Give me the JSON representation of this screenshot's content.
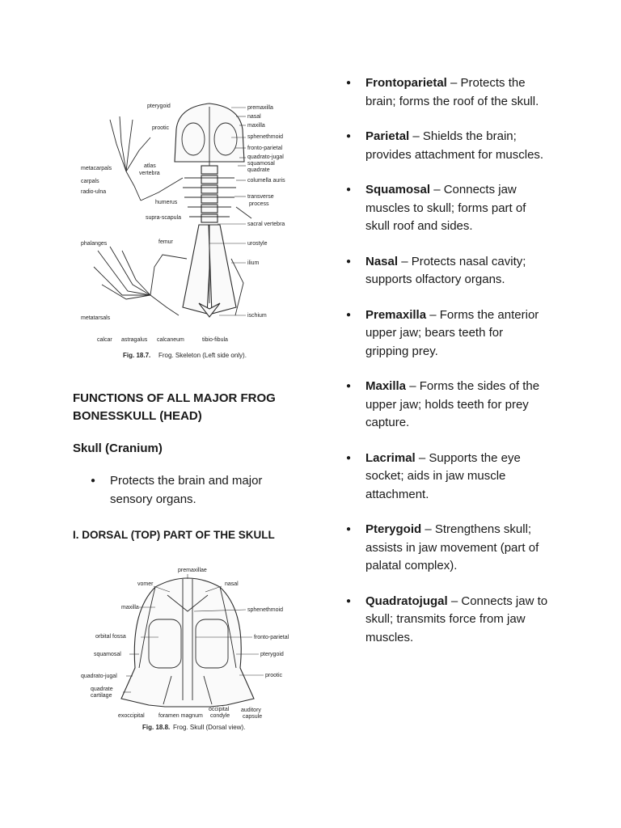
{
  "figure1": {
    "caption_num": "Fig. 18.7.",
    "caption_text": "Frog. Skeleton (Left side only).",
    "labels": {
      "pterygoid": "pterygoid",
      "prootic": "prootic",
      "premaxilla": "premaxilla",
      "nasal": "nasal",
      "maxilla": "maxilla",
      "sphenethmoid": "sphenethmoid",
      "fronto_parietal": "fronto-parietal",
      "quadrato_jugal": "quadrato-jugal",
      "squamosal": "squamosal",
      "quadrate": "quadrate",
      "columella_auris": "columella auris",
      "metacarpals": "metacarpals",
      "carpals": "carpals",
      "radio_ulna": "radio-ulna",
      "atlas_vertebra_1": "atlas",
      "atlas_vertebra_2": "vertebra",
      "humerus": "humerus",
      "transverse_process_1": "transverse",
      "transverse_process_2": "process",
      "supra_scapula": "supra-scapula",
      "sacral_vertebra": "sacral vertebra",
      "phalanges": "phalanges",
      "femur": "femur",
      "urostyle": "urostyle",
      "ilium": "ilium",
      "ischium": "ischium",
      "metatarsals": "metatarsals",
      "calcar": "calcar",
      "astragalus": "astragalus",
      "calcaneum": "calcaneum",
      "tibio_fibula": "tibio-fibula"
    }
  },
  "heading": "FUNCTIONS OF ALL MAJOR FROG BONESSKULL (HEAD)",
  "subheading": "Skull (Cranium)",
  "left_bullets": [
    "Protects the brain and major sensory organs."
  ],
  "dorsal_heading": "I. DORSAL (TOP) PART OF THE SKULL",
  "figure2": {
    "caption_num": "Fig. 18.8.",
    "caption_text": "Frog. Skull (Dorsal view).",
    "labels": {
      "premaxillae": "premaxillae",
      "vomer": "vomer",
      "nasal": "nasal",
      "maxilla": "maxilla",
      "sphenethmoid": "sphenethmoid",
      "orbital_fossa": "orbital fossa",
      "fronto_parietal": "fronto-parietal",
      "squamosal": "squamosal",
      "pterygoid": "pterygoid",
      "quadrato_jugal": "quadrato-jugal",
      "prootic": "prootic",
      "quadrate_1": "quadrate",
      "quadrate_2": "cartilage",
      "exoccipital": "exoccipital",
      "foramen_magnum": "foramen magnum",
      "occipital_condyle_1": "occipital",
      "occipital_condyle_2": "condyle",
      "auditory_capsule_1": "auditory",
      "auditory_capsule_2": "capsule"
    }
  },
  "bones": [
    {
      "name": "Frontoparietal",
      "desc": " – Protects the brain; forms the roof of the skull."
    },
    {
      "name": "Parietal",
      "desc": " – Shields the brain; provides attachment for muscles."
    },
    {
      "name": "Squamosal",
      "desc": " – Connects jaw muscles to skull; forms part of skull roof and sides."
    },
    {
      "name": "Nasal",
      "desc": " – Protects nasal cavity; supports olfactory organs."
    },
    {
      "name": "Premaxilla",
      "desc": " – Forms the anterior upper jaw; bears teeth for gripping prey."
    },
    {
      "name": "Maxilla",
      "desc": " – Forms the sides of the upper jaw; holds teeth for prey capture."
    },
    {
      "name": "Lacrimal",
      "desc": " – Supports the eye socket; aids in jaw muscle attachment."
    },
    {
      "name": "Pterygoid",
      "desc": " – Strengthens skull; assists in jaw movement (part of palatal complex)."
    },
    {
      "name": "Quadratojugal",
      "desc": " – Connects jaw to skull; transmits force from jaw muscles."
    }
  ]
}
